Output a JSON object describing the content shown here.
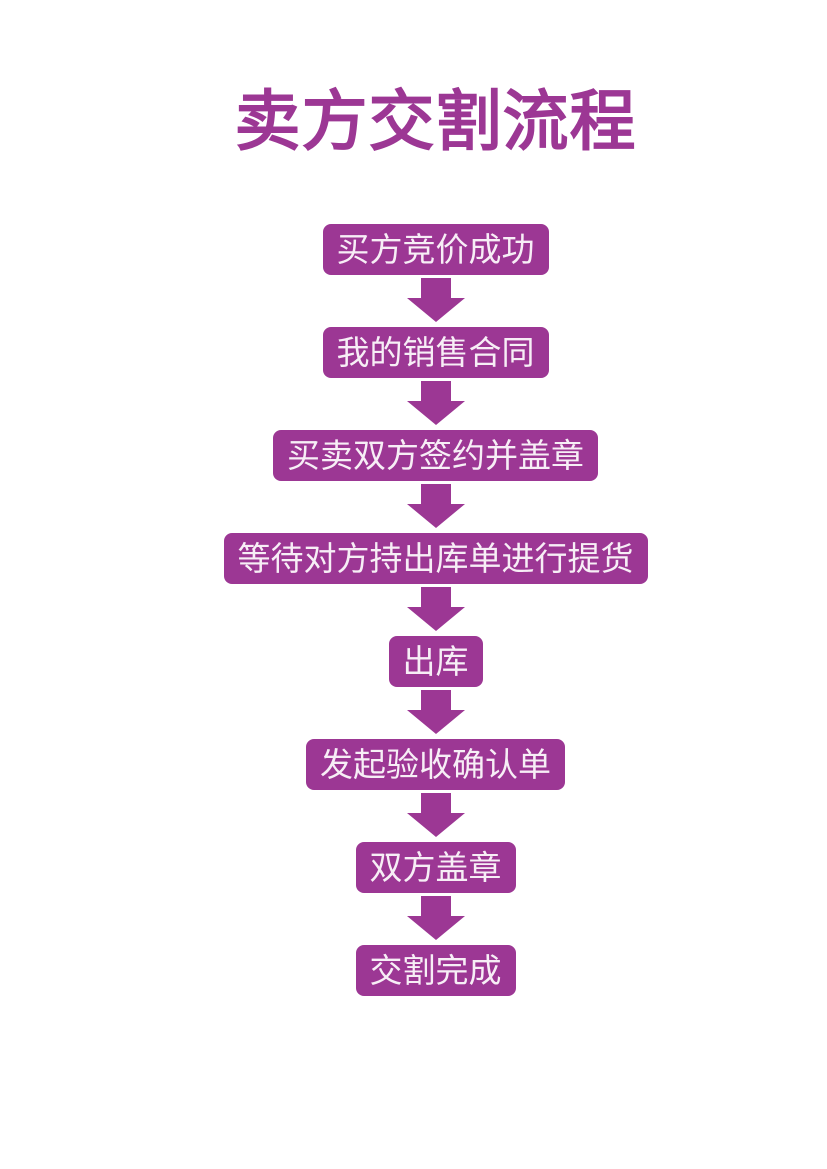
{
  "page": {
    "background": "#FFFFFF",
    "accent_color": "#9C3794",
    "box_text_color": "#F7EEF6"
  },
  "title": "卖方交割流程",
  "flow": {
    "connector_icon": "down-arrow-icon",
    "steps": [
      {
        "label": "买方竞价成功"
      },
      {
        "label": "我的销售合同"
      },
      {
        "label": "买卖双方签约并盖章"
      },
      {
        "label": "等待对方持出库单进行提货"
      },
      {
        "label": "出库"
      },
      {
        "label": "发起验收确认单"
      },
      {
        "label": "双方盖章"
      },
      {
        "label": "交割完成"
      }
    ]
  }
}
